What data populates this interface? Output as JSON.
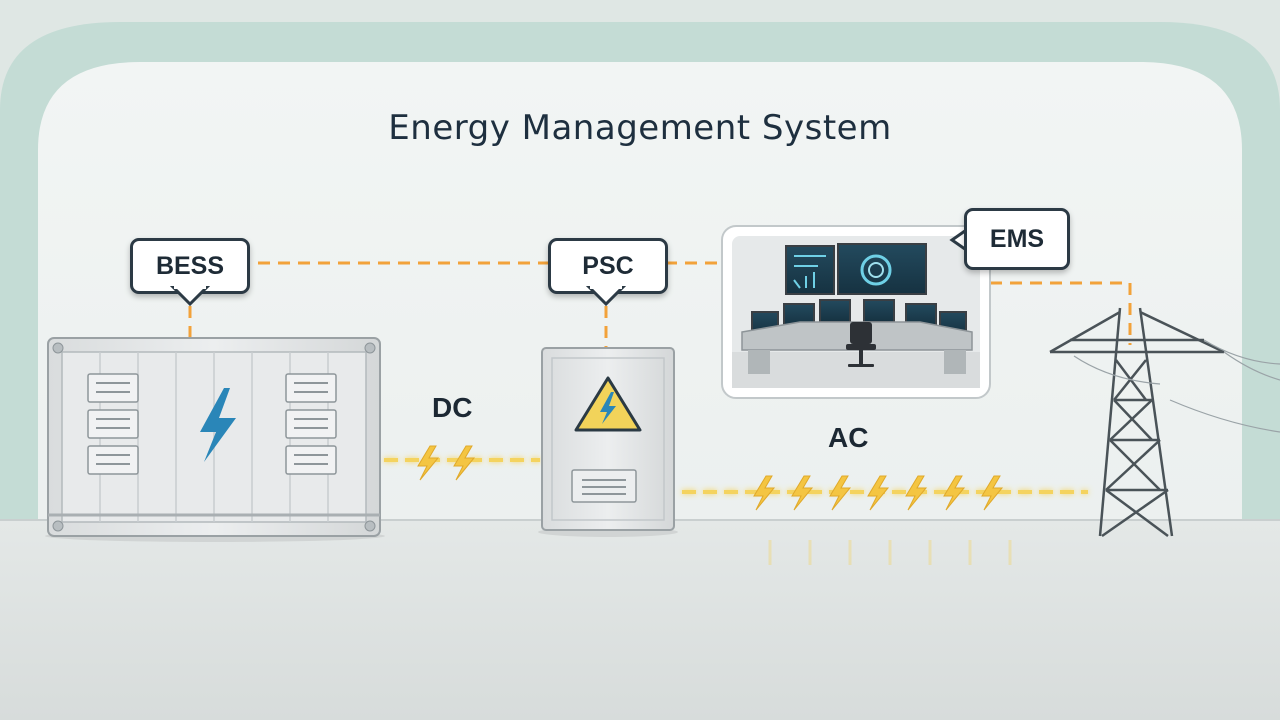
{
  "title": "Energy Management System",
  "labels": {
    "bess": "BESS",
    "psc": "PSC",
    "ems": "EMS",
    "dc": "DC",
    "ac": "AC"
  },
  "colors": {
    "control_link": "#f2a23a",
    "power_flow": "#f4d35e",
    "bolt_blue": "#2a86b8",
    "warning_yellow": "#f2d35a",
    "callout_border": "#2c3a45"
  },
  "icons": [
    "lightning-bolt-icon",
    "warning-triangle-icon",
    "transmission-tower-icon",
    "monitor-icon",
    "office-chair-icon"
  ]
}
